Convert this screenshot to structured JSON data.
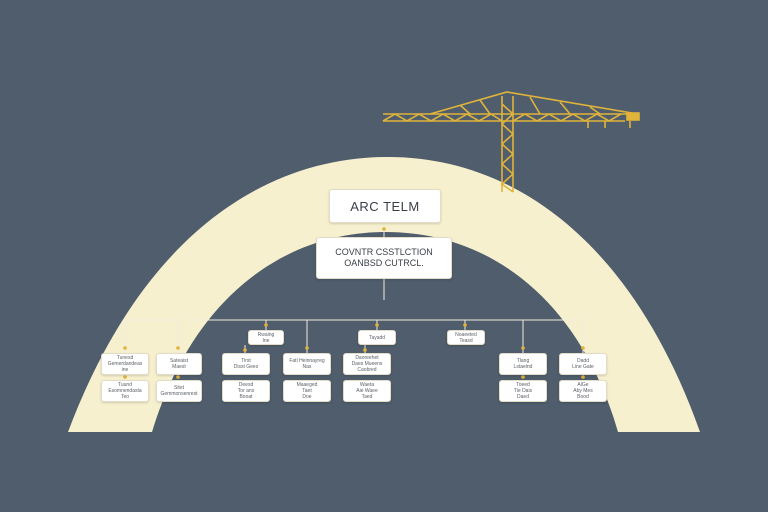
{
  "colors": {
    "background": "#4f5d6c",
    "arch": "#f7f0cf",
    "crane": "#e0b43a",
    "connector": "#f2ecdc",
    "node_dot": "#e0b43a"
  },
  "chart": {
    "top_node": "ARC TELM",
    "second_node": "COVNTR CSSTLCTION\nOANBSD CUTRCL.",
    "tier_labels": [
      "Rwaing\nIne",
      "Tayadd",
      "Noaeeted\nTeasd"
    ],
    "leaves": {
      "col1_top": "Tunesd\nGemerdandeas\nine",
      "col1_bottom": "Tuund\nEsomnendasta\nTeo",
      "col2_top": "Sateaist\nMaest",
      "col2_bottom": "Sitet\nGemmonsenrest",
      "col3_top": "Tirst\nDisst Gees",
      "col3_bottom": "Deesd\nTor ans\nBooat",
      "col4_top": "Fatl Heinnayreg\nNas",
      "col4_bottom": "Maaeged\nTaet\nDoe",
      "col5_top": "Daoreehet\nDaes Mueens\nCaobred",
      "col5_bottom": "Waeta\nAie Waee\nTaed",
      "col6_top": "Tlang\nLstaelnd",
      "col6_bottom": "Toeed\nTie Dais\nDaed",
      "col7_top": "Dadd\nLine Gate",
      "col7_bottom": "AlGe\nAby Mes\nBood"
    }
  }
}
